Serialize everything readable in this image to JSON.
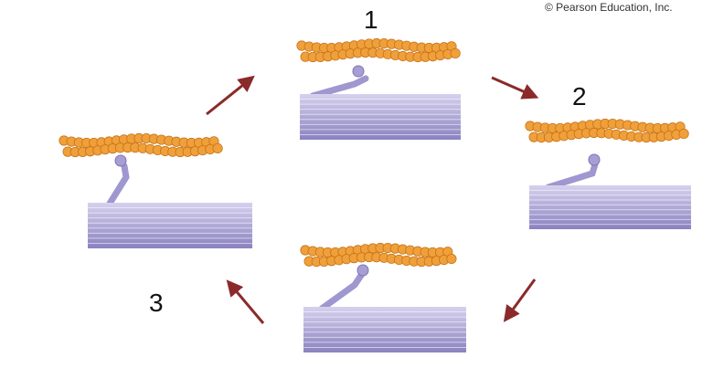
{
  "copyright": "© Pearson Education, Inc.",
  "steps": [
    {
      "label": "1"
    },
    {
      "label": "2"
    },
    {
      "label": "3"
    }
  ],
  "colors": {
    "actin": "#F0A03A",
    "actin_edge": "#C87418",
    "myosin_light": "#C9C3E6",
    "myosin_dark": "#8C84C2",
    "myosin_head": "#A79FD4",
    "arrow": "#8B2A2A"
  }
}
